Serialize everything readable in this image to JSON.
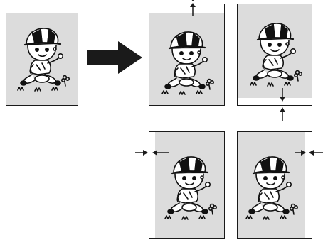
{
  "diagram": {
    "source_page": {
      "figure_icon": "boy-sitting-on-grass-icon"
    },
    "transform_arrow_icon": "right-arrow-icon",
    "results": [
      {
        "shift": "down",
        "marker_icon": "up-arrow-icon"
      },
      {
        "shift": "up",
        "marker_icon": "down-up-arrows-icon"
      },
      {
        "shift": "right",
        "marker_icon": "right-left-arrows-icon"
      },
      {
        "shift": "left",
        "marker_icon": "right-left-arrows-icon"
      }
    ],
    "colors": {
      "page_fill": "#dcdcdc",
      "line": "#1a1a1a",
      "margin_band": "#ffffff"
    }
  }
}
